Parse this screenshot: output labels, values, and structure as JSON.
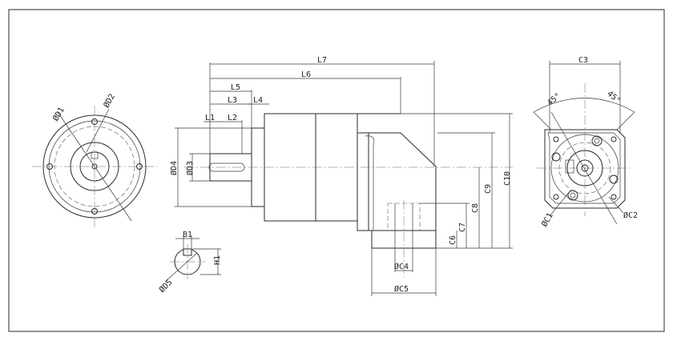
{
  "labels": {
    "D1": "ØD1",
    "D2": "ØD2",
    "D3": "ØD3",
    "D4": "ØD4",
    "D5": "ØD5",
    "B1": "B1",
    "H1": "H1",
    "L1": "L1",
    "L2": "L2",
    "L3": "L3",
    "L4": "L4",
    "L5": "L5",
    "L6": "L6",
    "L7": "L7",
    "C1": "ØC1",
    "C2": "ØC2",
    "C3": "C3",
    "C4": "ØC4",
    "C5": "ØC5",
    "C6": "C6",
    "C7": "C7",
    "C8": "C8",
    "C9": "C9",
    "C10": "C10",
    "angle_left": "45°",
    "angle_right": "45°"
  }
}
